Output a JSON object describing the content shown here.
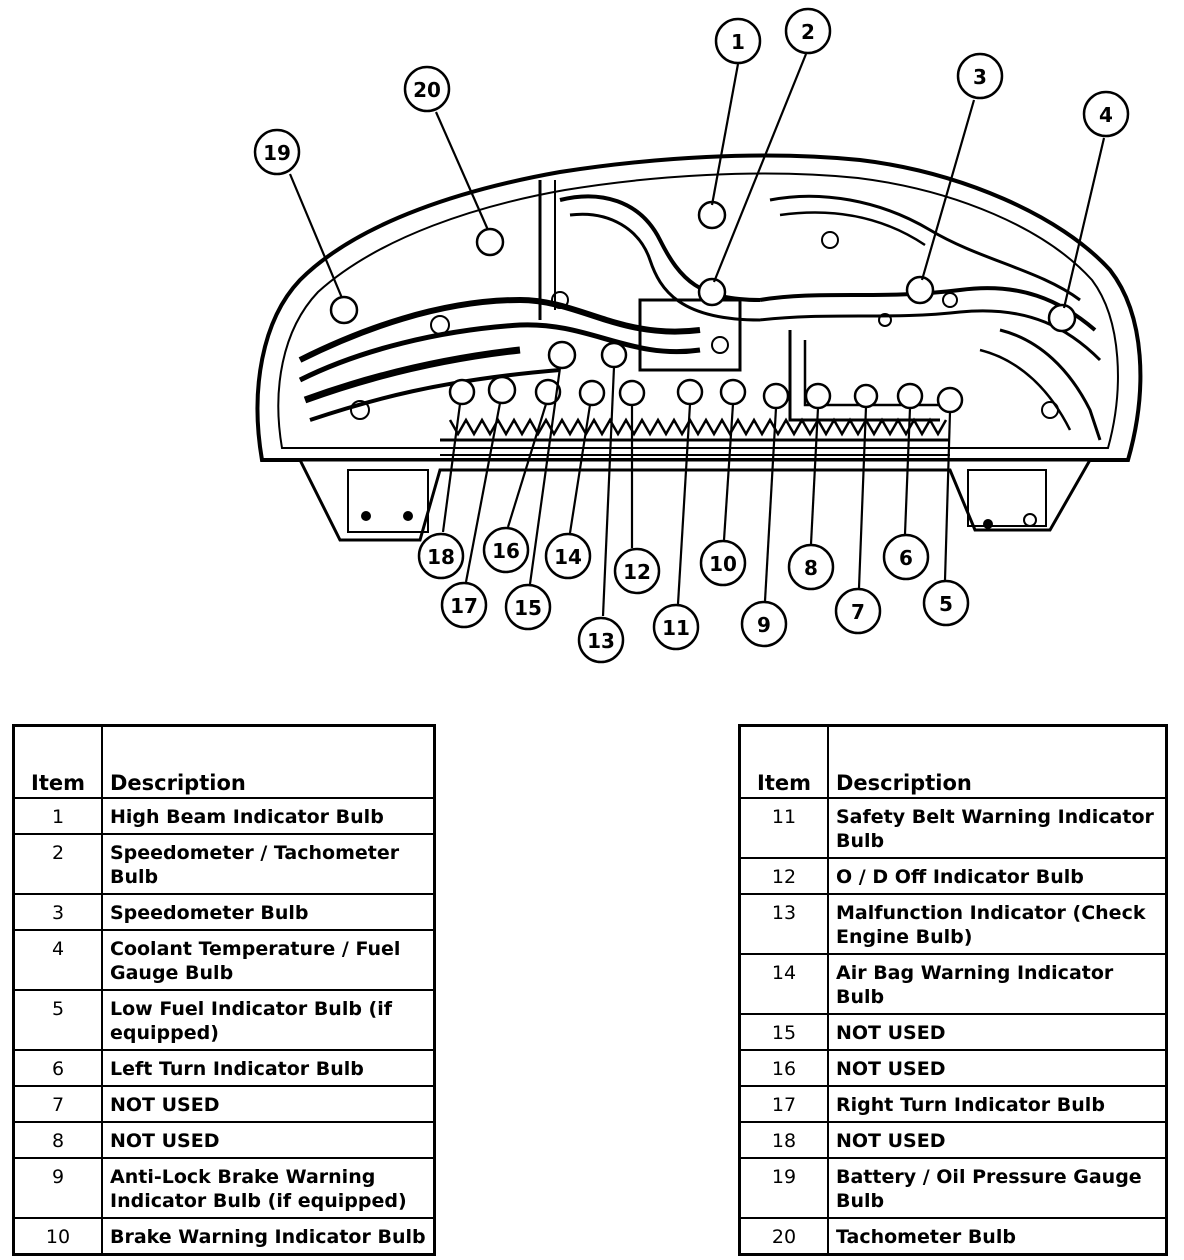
{
  "callouts": [
    {
      "n": "1"
    },
    {
      "n": "2"
    },
    {
      "n": "3"
    },
    {
      "n": "4"
    },
    {
      "n": "5"
    },
    {
      "n": "6"
    },
    {
      "n": "7"
    },
    {
      "n": "8"
    },
    {
      "n": "9"
    },
    {
      "n": "10"
    },
    {
      "n": "11"
    },
    {
      "n": "12"
    },
    {
      "n": "13"
    },
    {
      "n": "14"
    },
    {
      "n": "15"
    },
    {
      "n": "16"
    },
    {
      "n": "17"
    },
    {
      "n": "18"
    },
    {
      "n": "19"
    },
    {
      "n": "20"
    }
  ],
  "legend_left": {
    "header_item": "Item",
    "header_description": "Description",
    "rows": [
      {
        "item": "1",
        "description": "High Beam Indicator Bulb"
      },
      {
        "item": "2",
        "description": "Speedometer / Tachometer Bulb"
      },
      {
        "item": "3",
        "description": "Speedometer Bulb"
      },
      {
        "item": "4",
        "description": "Coolant Temperature / Fuel Gauge Bulb"
      },
      {
        "item": "5",
        "description": "Low Fuel Indicator Bulb (if equipped)"
      },
      {
        "item": "6",
        "description": "Left Turn Indicator Bulb"
      },
      {
        "item": "7",
        "description": "NOT USED"
      },
      {
        "item": "8",
        "description": "NOT USED"
      },
      {
        "item": "9",
        "description": "Anti-Lock Brake Warning Indicator Bulb (if equipped)"
      },
      {
        "item": "10",
        "description": "Brake Warning Indicator Bulb"
      }
    ]
  },
  "legend_right": {
    "header_item": "Item",
    "header_description": "Description",
    "rows": [
      {
        "item": "11",
        "description": "Safety Belt Warning Indicator Bulb"
      },
      {
        "item": "12",
        "description": "O / D Off Indicator Bulb"
      },
      {
        "item": "13",
        "description": "Malfunction Indicator (Check Engine Bulb)"
      },
      {
        "item": "14",
        "description": "Air Bag Warning Indicator Bulb"
      },
      {
        "item": "15",
        "description": "NOT USED"
      },
      {
        "item": "16",
        "description": "NOT USED"
      },
      {
        "item": "17",
        "description": "Right Turn Indicator Bulb"
      },
      {
        "item": "18",
        "description": "NOT USED"
      },
      {
        "item": "19",
        "description": "Battery / Oil Pressure Gauge Bulb"
      },
      {
        "item": "20",
        "description": "Tachometer Bulb"
      }
    ]
  }
}
